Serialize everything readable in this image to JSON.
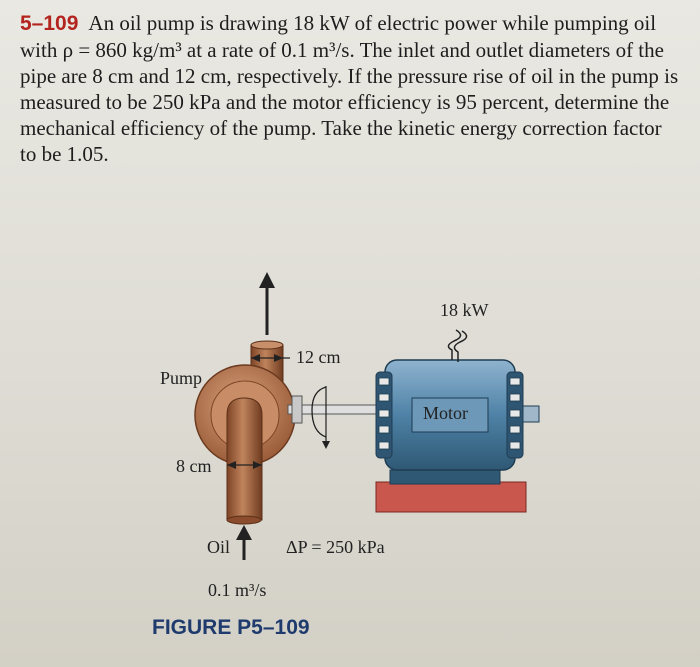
{
  "problem": {
    "number": "5–109",
    "text": "An oil pump is drawing 18 kW of electric power while pumping oil with ρ = 860 kg/m³ at a rate of 0.1 m³/s. The inlet and outlet diameters of the pipe are 8 cm and 12 cm, respectively. If the pressure rise of oil in the pump is measured to be 250 kPa and the motor efficiency is 95 percent, determine the mechanical efficiency of the pump. Take the kinetic energy correction factor to be 1.05."
  },
  "figure": {
    "power_label": "18 kW",
    "outlet_diameter_label": "12 cm",
    "pump_label": "Pump",
    "inlet_diameter_label": "8 cm",
    "motor_label": "Motor",
    "oil_label": "Oil",
    "pressure_rise_label": "ΔP = 250 kPa",
    "flow_rate_label": "0.1 m³/s",
    "caption": "FIGURE P5–109"
  },
  "colors": {
    "pipe": "#9a5a36",
    "pump": "#b87a55",
    "motor": "#3f6f8f",
    "base": "#c9574d",
    "caption": "#1f3b6e",
    "problem_number": "#b3241e"
  }
}
